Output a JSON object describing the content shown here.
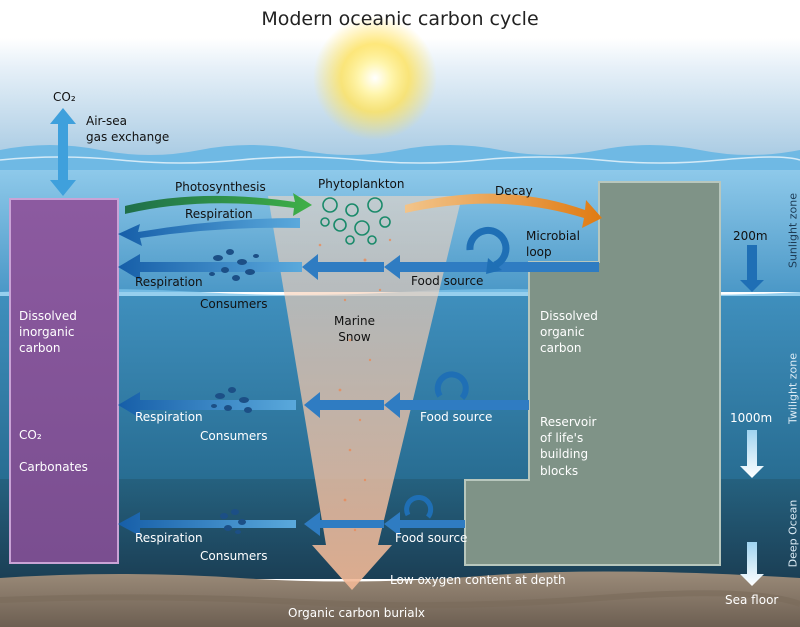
{
  "title": "Modern oceanic carbon cycle",
  "labels": {
    "co2_top": "CO₂",
    "air_sea": "Air-sea\ngas exchange",
    "photosynthesis": "Photosynthesis",
    "phytoplankton": "Phytoplankton",
    "decay": "Decay",
    "respiration_1": "Respiration",
    "respiration_2": "Respiration",
    "consumers_1": "Consumers",
    "microbial_loop": "Microbial\nloop",
    "food_source_1": "Food source",
    "dissolved_inorganic": "Dissolved\ninorganic\ncarbon",
    "marine_snow": "Marine\nSnow",
    "dissolved_organic": "Dissolved\norganic\ncarbon",
    "respiration_3": "Respiration",
    "consumers_2": "Consumers",
    "food_source_2": "Food source",
    "co2_box": "CO₂",
    "carbonates": "Carbonates",
    "reservoir": "Reservoir\nof life's\nbuilding\nblocks",
    "respiration_4": "Respiration",
    "consumers_3": "Consumers",
    "food_source_3": "Food source",
    "low_oxygen": "Low oxygen content at depth",
    "burial": "Organic carbon burialx",
    "sea_floor": "Sea floor"
  },
  "depths": {
    "d200": "200m",
    "d1000": "1000m"
  },
  "zones": {
    "sunlight": "Sunlight zone",
    "twilight": "Twilight zone",
    "deep": "Deep Ocean"
  },
  "colors": {
    "sky": "#cfe3f3",
    "sunlight_water": "#5aa3cc",
    "twilight_water": "#2d6f93",
    "deep_water": "#1f4f69",
    "seafloor": "#8a7b6b",
    "inorganic_box": "#8e5a9e",
    "organic_box": "#7d8f84",
    "photosynthesis_arrow": "#2f9a48",
    "decay_arrow": "#e08a1e",
    "respiration_arrow": "#1f6fb5",
    "snow": "#f6c9a8"
  }
}
